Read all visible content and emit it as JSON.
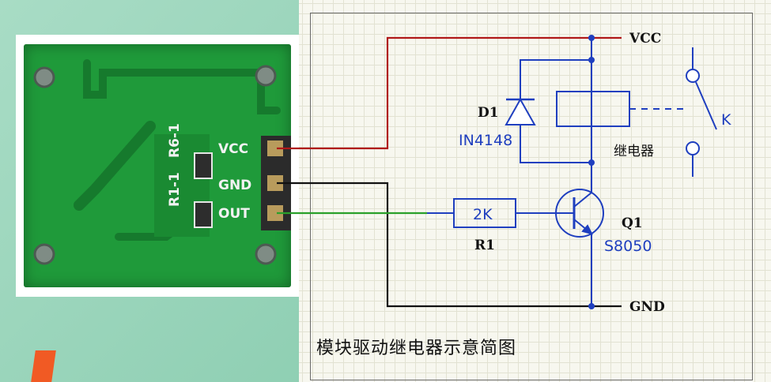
{
  "pcb": {
    "pin_vcc": "VCC",
    "pin_gnd": "GND",
    "pin_out": "OUT",
    "component_top": "R6-1",
    "component_bottom": "R1-1"
  },
  "schematic": {
    "vcc_label": "VCC",
    "gnd_label": "GND",
    "diode_name": "D1",
    "diode_model": "IN4148",
    "relay_label": "继电器",
    "switch_label": "K",
    "resistor_value": "2K",
    "resistor_name": "R1",
    "transistor_name": "Q1",
    "transistor_model": "S8050",
    "caption": "模块驱动继电器示意简图"
  },
  "colors": {
    "vcc_wire": "#b01818",
    "gnd_wire": "#111111",
    "out_wire": "#2aa02a",
    "circuit": "#1f3fbf",
    "pcb": "#1f9a3a"
  }
}
